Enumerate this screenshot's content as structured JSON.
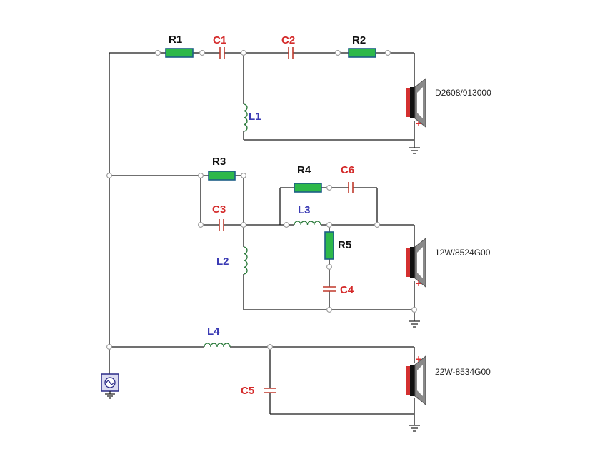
{
  "components": {
    "resistors": [
      "R1",
      "R2",
      "R3",
      "R4",
      "R5"
    ],
    "capacitors": [
      "C1",
      "C2",
      "C3",
      "C4",
      "C5",
      "C6"
    ],
    "inductors": [
      "L1",
      "L2",
      "L3",
      "L4"
    ]
  },
  "speakers": {
    "tweeter": {
      "label": "D2608/913000",
      "polarity": "+"
    },
    "mid": {
      "label": "12W/8524G00",
      "polarity": "+"
    },
    "woofer": {
      "label": "22W-8534G00",
      "polarity": "+"
    }
  },
  "colors": {
    "wire": "#1a1a1a",
    "resistor_fill": "#2db84a",
    "resistor_border": "#1d5e86",
    "capacitor": "#c0392b",
    "resistor_label": "#111111",
    "capacitor_label": "#d42a2a",
    "inductor_label": "#3a3ab4",
    "polarity": "#e03030"
  },
  "icons": {
    "source": "ac-source-icon",
    "ground": "ground-icon",
    "speaker": "speaker-icon"
  }
}
